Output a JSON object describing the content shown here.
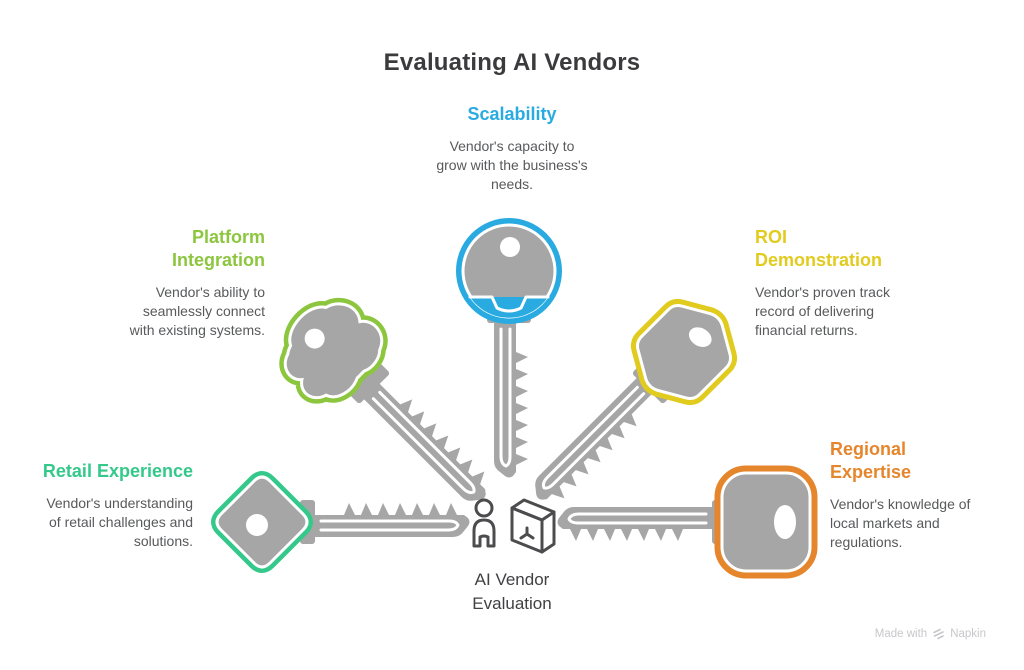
{
  "title": "Evaluating AI Vendors",
  "colors": {
    "title_text": "#3b3b3d",
    "body_text": "#58595b",
    "center_text": "#414042",
    "key_gray": "#a6a6a6",
    "watermark_text": "#c7c7cb",
    "scalability_blue": "#29abe2",
    "platform_lime": "#8cc63e",
    "roi_yellow": "#e2cb1f",
    "retail_green": "#34c98a",
    "regional_orange": "#e5862d"
  },
  "items": [
    {
      "id": "scalability",
      "label": "Scalability",
      "description_lines": [
        "Vendor's capacity to",
        "grow with the business's",
        "needs."
      ],
      "color": "#29abe2",
      "icon": "key-icon",
      "head_shape": "circle"
    },
    {
      "id": "platform-integration",
      "label_lines": [
        "Platform",
        "Integration"
      ],
      "description_lines": [
        "Vendor's ability to",
        "seamlessly connect",
        "with existing systems."
      ],
      "color": "#8cc63e",
      "icon": "key-icon",
      "head_shape": "clover"
    },
    {
      "id": "roi-demonstration",
      "label_lines": [
        "ROI",
        "Demonstration"
      ],
      "description_lines": [
        "Vendor's proven track",
        "record of delivering",
        "financial returns."
      ],
      "color": "#e2cb1f",
      "icon": "key-icon",
      "head_shape": "hexagon"
    },
    {
      "id": "retail-experience",
      "label": "Retail Experience",
      "description_lines": [
        "Vendor's understanding",
        "of retail challenges and",
        "solutions."
      ],
      "color": "#34c98a",
      "icon": "key-icon",
      "head_shape": "diamond"
    },
    {
      "id": "regional-expertise",
      "label_lines": [
        "Regional",
        "Expertise"
      ],
      "description_lines": [
        "Vendor's knowledge of",
        "local markets and",
        "regulations."
      ],
      "color": "#e5862d",
      "icon": "key-icon",
      "head_shape": "rounded-square"
    }
  ],
  "center": {
    "label_lines": [
      "AI Vendor",
      "Evaluation"
    ],
    "icon": "person-and-box-icon"
  },
  "watermark": {
    "made_with": "Made with",
    "brand": "Napkin",
    "icon": "napkin-logo-icon"
  }
}
